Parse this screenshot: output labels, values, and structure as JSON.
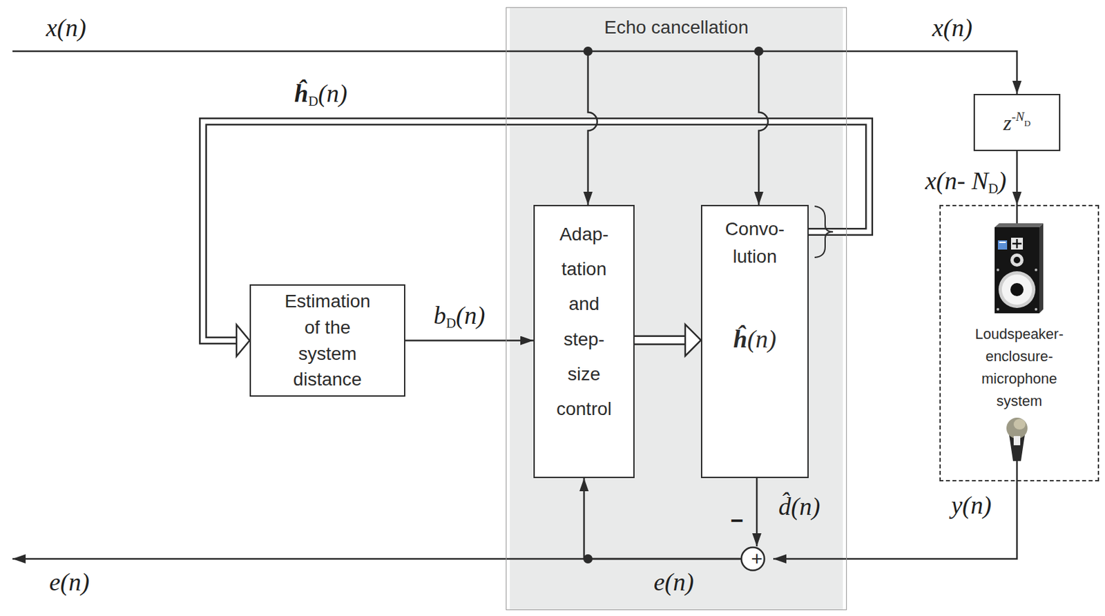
{
  "diagram": {
    "nodes": [
      {
        "text": [
          "Echo cancellation"
        ]
      },
      {
        "text": [
          "Adap- tation and step- size control"
        ],
        "in": 0
      },
      {
        "text": [
          "Convo- lution",
          "ĥ(n)"
        ],
        "in": 0
      },
      {
        "text": [
          "+"
        ],
        "in": 0
      },
      {
        "text": [
          "Estimation of the system distance"
        ]
      },
      {
        "text": [
          "z-ND"
        ]
      },
      {
        "text": [
          "Loudspeaker- enclosure- microphone system"
        ]
      }
    ],
    "edges": [
      {
        "from": 4,
        "to": 1,
        "arrow": "to",
        "label": "bD(n)"
      },
      {
        "from": 1,
        "to": 2,
        "arrow": "to"
      },
      {
        "from": 2,
        "to": 4,
        "arrow": "to",
        "label": "ĥD(n)"
      },
      {
        "from": 5,
        "to": 6,
        "arrow": "to",
        "label": "x(n- ND)"
      },
      {
        "from": 6,
        "to": 3,
        "arrow": "to",
        "label": "y(n)"
      },
      {
        "from": 2,
        "to": 3,
        "arrow": "to",
        "label": "d̂(n)"
      },
      {
        "from": 3,
        "to": 1,
        "arrow": "to"
      }
    ],
    "labels": [
      "x(n)",
      "x(n)",
      "−",
      "e(n)",
      "e(n)"
    ]
  }
}
